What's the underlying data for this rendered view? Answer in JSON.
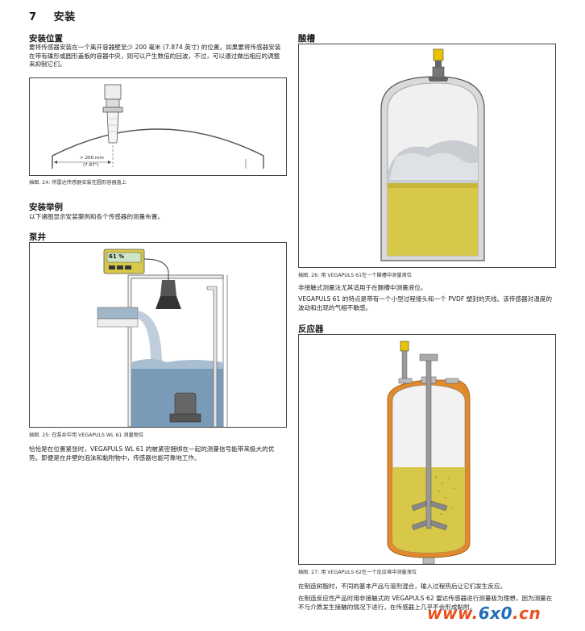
{
  "chapter": {
    "number": "7",
    "title": "安装"
  },
  "left": {
    "section1_title": "安装位置",
    "section1_text": "要将传感器安装在一个离开容器壁至少 200 毫米 (7.874 英寸) 的位置。如果要将传感器安装在带有碟形或圆形盖板的容器中央，则可以产生数倍的回波，不过，可以通过做出相应的调整来抑制它们。",
    "fig24": {
      "dim1": "> 200 mm",
      "dim2": "(7.87\")",
      "caption": "插图. 24: 将雷达传感器安装在圆形容器盖上"
    },
    "section2_title": "安装举例",
    "section2_text": "以下诸图显示安装案例和各个传感器的测量布置。",
    "section3_title": "泵井",
    "fig25": {
      "display": "61 %",
      "caption": "插图. 25: 在泵井中用 VEGAPULS WL 61 测量物位"
    },
    "section3_text": "恰恰是在位置紧张时，VEGAPULS WL 61 的被紧密捆绑在一起的测量信号能带来极大的优势。即便是在井壁的泡沫和黏附物中，传感器也能可靠地工作。"
  },
  "right": {
    "section1_title": "酸槽",
    "fig26": {
      "caption": "插图. 26: 用 VEGAPULS 61在一个酸槽中测量液位"
    },
    "section1_p1": "非接触式测量法尤其适用于在酸槽中测量液位。",
    "section1_p2": "VEGAPULS 61 的特点是带有一个小型过程接头和一个 PVDF 塑封的天线。该传感器对温度的波动和出现的气相不敏感。",
    "section2_title": "反应器",
    "fig27": {
      "caption": "插图. 27: 用 VEGAPULS 62在一个反应堆中测量液位"
    },
    "section2_p1": "在制造树脂时，不同的基本产品与溶剂混合，输入过程热后让它们发生反应。",
    "section2_p2": "在制造反应性产品时用非接触式的 VEGAPULS 62 雷达传感器进行测量极为理想，因为测量在不与介质发生接触的情况下进行，在传感器上几乎不会形成黏附。"
  },
  "watermark": {
    "text_a": "www.",
    "text_b": "6x0",
    "text_c": ".cn"
  },
  "colors": {
    "liquid": "#d8c84a",
    "water": "#7a9bb8",
    "orange": "#e08a2e",
    "sensor": "#e8c400"
  }
}
